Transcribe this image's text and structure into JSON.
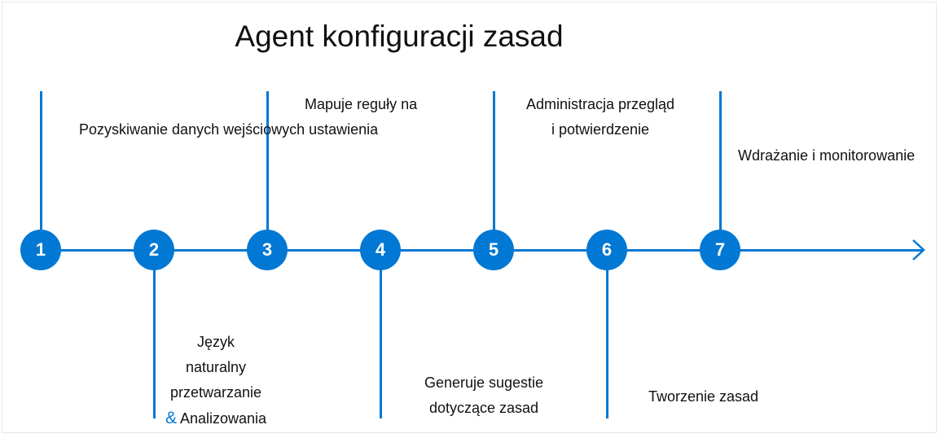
{
  "title": "Agent konfiguracji zasad",
  "accent_color": "#0078d4",
  "steps": [
    {
      "number": "1"
    },
    {
      "number": "2"
    },
    {
      "number": "3"
    },
    {
      "number": "4"
    },
    {
      "number": "5"
    },
    {
      "number": "6"
    },
    {
      "number": "7"
    }
  ],
  "labels": {
    "step1": "Pozyskiwanie danych wejściowych ustawienia",
    "step2_line1": "Język",
    "step2_line2": "naturalny",
    "step2_line3": "przetwarzanie",
    "step2_amp": "&",
    "step2_line4": "Analizowania",
    "step3": "Mapuje reguły na",
    "step4_line1": "Generuje sugestie",
    "step4_line2": "dotyczące zasad",
    "step5_line1": "Administracja przegląd",
    "step5_line2": "i potwierdzenie",
    "step6": "Tworzenie zasad",
    "step7": "Wdrażanie i monitorowanie"
  }
}
